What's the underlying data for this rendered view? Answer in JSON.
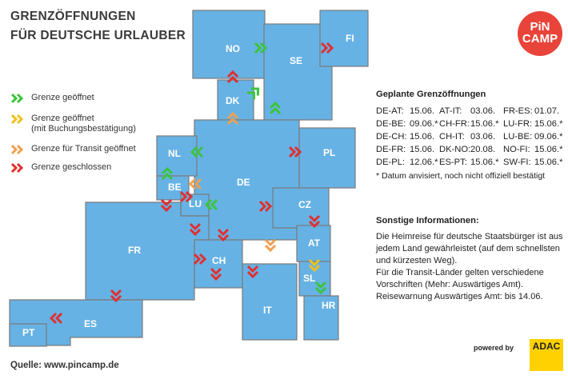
{
  "title": {
    "line1": "GRENZÖFFNUNGEN",
    "line2": "FÜR DEUTSCHE URLAUBER"
  },
  "logo": {
    "line1": "PiN",
    "line2": "CAMP"
  },
  "legend": [
    {
      "label": "Grenze geöffnet",
      "color": "#3cc43c"
    },
    {
      "label": "Grenze geöffnet",
      "label2": "(mit Buchungsbestätigung)",
      "color": "#f0c020"
    },
    {
      "label": "Grenze für Transit geöffnet",
      "color": "#f0a050"
    },
    {
      "label": "Grenze geschlossen",
      "color": "#e03030"
    }
  ],
  "colors": {
    "land": "#67b2e4",
    "border": "#7a7a7a",
    "open": "#3cc43c",
    "booking": "#f0c020",
    "transit": "#f0a050",
    "closed": "#e03030"
  },
  "countries": {
    "NO": "NO",
    "SE": "SE",
    "FI": "FI",
    "DK": "DK",
    "NL": "NL",
    "BE": "BE",
    "LU": "LU",
    "DE": "DE",
    "PL": "PL",
    "CZ": "CZ",
    "FR": "FR",
    "CH": "CH",
    "AT": "AT",
    "SL": "SL",
    "IT": "IT",
    "HR": "HR",
    "ES": "ES",
    "PT": "PT"
  },
  "planned": {
    "title": "Geplante Grenzöffnungen",
    "col1": [
      {
        "code": "DE-AT:",
        "date": "15.06."
      },
      {
        "code": "DE-BE:",
        "date": "09.06.*"
      },
      {
        "code": "DE-CH:",
        "date": "15.06."
      },
      {
        "code": "DE-FR:",
        "date": "15.06."
      },
      {
        "code": "DE-PL:",
        "date": "12.06.*"
      }
    ],
    "col2": [
      {
        "code": "AT-IT:",
        "date": "03.06."
      },
      {
        "code": "CH-FR:",
        "date": "15.06.*"
      },
      {
        "code": "CH-IT:",
        "date": "03.06."
      },
      {
        "code": "DK-NO:",
        "date": "20.08."
      },
      {
        "code": "ES-PT:",
        "date": "15.06.*"
      }
    ],
    "col3": [
      {
        "code": "FR-ES:",
        "date": "01.07."
      },
      {
        "code": "LU-FR:",
        "date": "15.06.*"
      },
      {
        "code": "LU-BE:",
        "date": "09.06.*"
      },
      {
        "code": "NO-FI:",
        "date": "15.06.*"
      },
      {
        "code": "SW-FI:",
        "date": "15.06.*"
      }
    ],
    "footnote": "* Datum anvisiert, noch nicht offiziell bestätigt"
  },
  "other": {
    "title": "Sonstige Informationen:",
    "lines": [
      "Die Heimreise für deutsche Staatsbürger ist aus",
      "jedem Land gewährleistet (auf dem schnellsten",
      "und kürzesten Weg).",
      "Für die Transit-Länder gelten verschiedene",
      "Vorschriften (Mehr: Auswärtiges Amt).",
      "Reisewarnung Auswärtiges Amt: bis 14.06."
    ]
  },
  "source": "Quelle: www.pincamp.de",
  "powered": "powered by",
  "adac": "ADAC"
}
